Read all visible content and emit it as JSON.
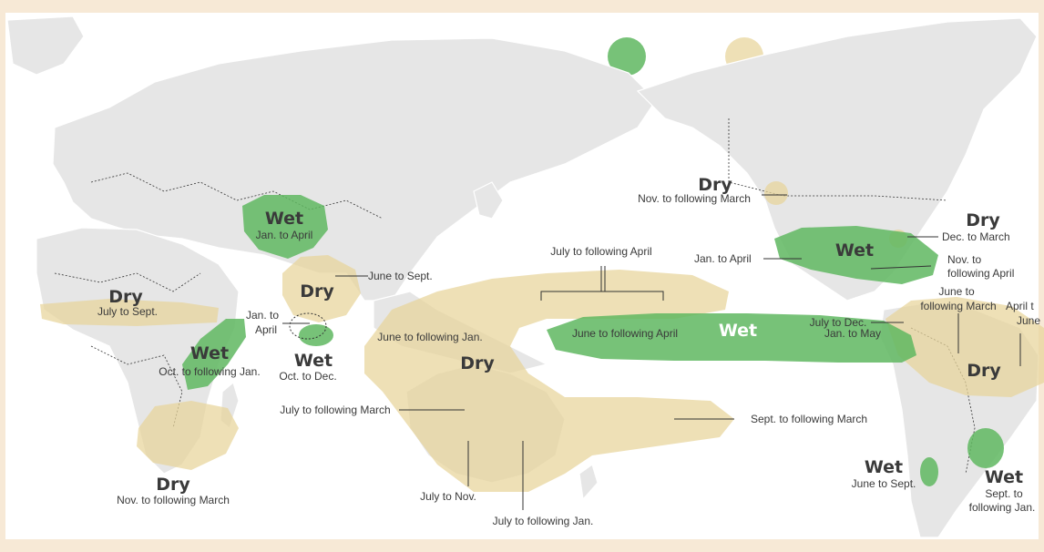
{
  "colors": {
    "wet": "#5fb760",
    "dry": "#e7d49a",
    "land": "#e6e6e6",
    "ocean": "#ffffff",
    "frame": "#f7e9d6",
    "text": "#3a3a3a"
  },
  "legend": {
    "wet_swatch": "wet",
    "dry_swatch": "dry"
  },
  "labels": {
    "dry_west_us": "Dry",
    "dry_west_us_period": "Nov. to following March",
    "dry_se_us": "Dry",
    "dry_se_us_period": "Dec. to March",
    "wet_us": "Wet",
    "wet_us_jan_april": "Jan. to April",
    "wet_us_nov": "Nov. to",
    "wet_us_nov2": "following April",
    "dry_sahel": "Dry",
    "dry_sahel_period": "July to Sept.",
    "wet_central_asia": "Wet",
    "wet_central_asia_period": "Jan. to April",
    "dry_india": "Dry",
    "dry_india_june_sept": "June to Sept.",
    "wet_india_jan1": "Jan. to",
    "wet_india_jan2": "April",
    "wet_india": "Wet",
    "wet_india_oct_dec": "Oct. to Dec.",
    "wet_east_africa": "Wet",
    "wet_east_africa_period": "Oct. to following Jan.",
    "dry_south_africa": "Dry",
    "dry_south_africa_period": "Nov. to following March",
    "dry_pacific_july_april": "July to following April",
    "dry_indonesia_june_jan": "June to following Jan.",
    "dry_australia": "Dry",
    "dry_australia_july_march": "July to following March",
    "dry_australia_july_nov": "July to Nov.",
    "dry_australia_july_jan": "July to following Jan.",
    "dry_pacific_sept_march": "Sept. to following March",
    "wet_pacific": "Wet",
    "wet_pacific_june_april": "June to following April",
    "wet_pacific_jan_may": "Jan. to May",
    "dry_nsa_june1": "June to",
    "dry_nsa_june2": "following March",
    "dry_nsa_july_dec": "July to Dec.",
    "dry_nsa_april1": "April t",
    "dry_nsa_april2": "June",
    "dry_nsa": "Dry",
    "wet_chile": "Wet",
    "wet_chile_period": "June to Sept.",
    "wet_se_sa": "Wet",
    "wet_se_sa_period1": "Sept. to",
    "wet_se_sa_period2": "following Jan."
  }
}
